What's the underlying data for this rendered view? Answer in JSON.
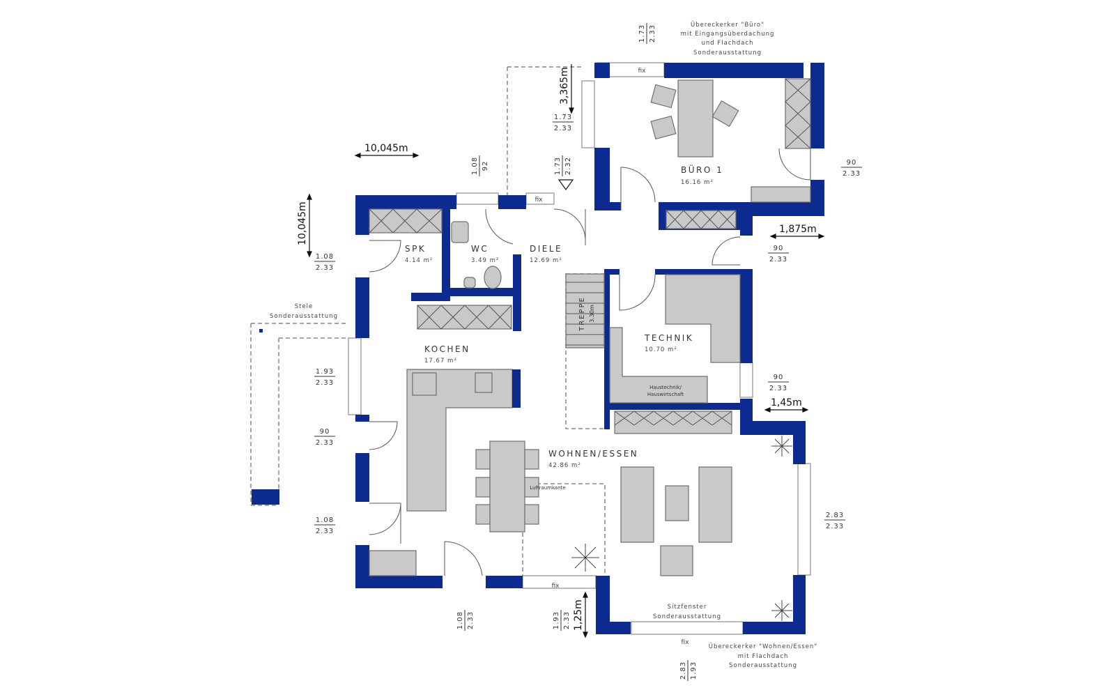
{
  "rooms": [
    {
      "name": "BÜRO 1",
      "area": "16.16 m²"
    },
    {
      "name": "SPK",
      "area": "4.14 m²"
    },
    {
      "name": "WC",
      "area": "3.49 m²"
    },
    {
      "name": "DIELE",
      "area": "12.69 m²"
    },
    {
      "name": "KOCHEN",
      "area": "17.67 m²"
    },
    {
      "name": "TECHNIK",
      "area": "10.70 m²"
    },
    {
      "name": "WOHNEN/ESSEN",
      "area": "42.86 m²"
    }
  ],
  "stairs": {
    "label": "TREPPE",
    "size": "3.30m"
  },
  "notes": {
    "buero_erker": [
      "Übereckerker \"Büro\"",
      "mit Eingangsüberdachung",
      "und Flachdach",
      "Sonderausstattung"
    ],
    "stele": [
      "Stele",
      "Sonderausstattung"
    ],
    "sitzfenster": [
      "Sitzfenster",
      "Sonderausstattung"
    ],
    "wohnen_erker": [
      "Übereckerker \"Wohnen/Essen\"",
      "mit Flachdach",
      "Sonderausstattung"
    ],
    "haustechnik": [
      "Haustechnik/",
      "Hauswirtschaft"
    ],
    "luftraum": "Luftraumkante",
    "fix": "fix"
  },
  "dimensions": {
    "d1": "10,045m",
    "d2": "10,045m",
    "d3": "3,365m",
    "d4": "1,875m",
    "d5": "1,45m",
    "d6": "1,25m"
  },
  "openings": [
    {
      "w": "1.73",
      "h": "2.33"
    },
    {
      "w": "1.73",
      "h": "2.33"
    },
    {
      "w": "1.73",
      "h": "2.32"
    },
    {
      "w": "1.08",
      "h": "92"
    },
    {
      "w": "90",
      "h": "2.33"
    },
    {
      "w": "1.08",
      "h": "2.33"
    },
    {
      "w": "90",
      "h": "2.33"
    },
    {
      "w": "1.93",
      "h": "2.33"
    },
    {
      "w": "90",
      "h": "2.33"
    },
    {
      "w": "90",
      "h": "2.33"
    },
    {
      "w": "1.08",
      "h": "2.33"
    },
    {
      "w": "2.83",
      "h": "2.33"
    },
    {
      "w": "1.08",
      "h": "2.33"
    },
    {
      "w": "1.93",
      "h": "2.33"
    },
    {
      "w": "2.83",
      "h": "1.93"
    }
  ],
  "colors": {
    "wall": "#0d2a91",
    "furniture": "#c9c9c9"
  }
}
